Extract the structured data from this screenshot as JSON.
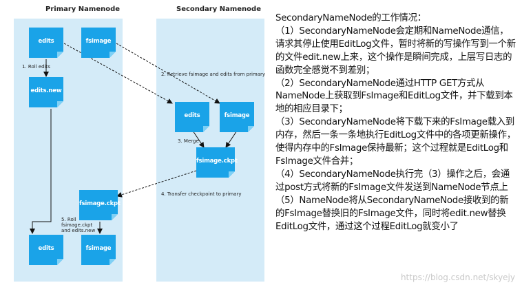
{
  "diagram": {
    "primary_title": "Primary Namenode",
    "secondary_title": "Secondary Namenode",
    "docs": {
      "p_edits": "edits",
      "p_fsimage": "fsimage",
      "p_edits_new": "edits.new",
      "s_edits": "edits",
      "s_fsimage": "fsimage",
      "s_ckpt": "fsimage.ckpt",
      "p_ckpt": "fsimage.ckpt",
      "p_edits_final": "edits",
      "p_fsimage_final": "fsimage"
    },
    "steps": {
      "s1": "1. Roll edits",
      "s2": "2. Retrieve fsimage and edits from primary",
      "s3": "3. Merge",
      "s4": "4. Transfer checkpoint to primary",
      "s5a": "5. Roll",
      "s5b": "fsimage.ckpt",
      "s5c": "and edits.new"
    },
    "colors": {
      "panel": "#d4ebf8",
      "doc": "#1aa3e8",
      "doc_fold": "#7fd0f5"
    }
  },
  "notes": {
    "title": "SecondaryNameNode的工作情况：",
    "p1": "（1）SecondaryNameNode会定期和NameNode通信，请求其停止使用EditLog文件，暂时将新的写操作写到一个新的文件edit.new上来，这个操作是瞬间完成，上层写日志的函数完全感觉不到差别；",
    "p2": "（2）SecondaryNameNode通过HTTP GET方式从NameNode上获取到FsImage和EditLog文件，并下载到本地的相应目录下；",
    "p3": "（3）SecondaryNameNode将下载下来的FsImage载入到内存，然后一条一条地执行EditLog文件中的各项更新操作，使得内存中的FsImage保持最新；这个过程就是EditLog和FsImage文件合并；",
    "p4": "（4）SecondaryNameNode执行完（3）操作之后，会通过post方式将新的FsImage文件发送到NameNode节点上",
    "p5": "（5）NameNode将从SecondaryNameNode接收到的新的FsImage替换旧的FsImage文件，同时将edit.new替换EditLog文件，通过这个过程EditLog就变小了"
  },
  "watermark": "https://blog.csdn.net/skyejy"
}
